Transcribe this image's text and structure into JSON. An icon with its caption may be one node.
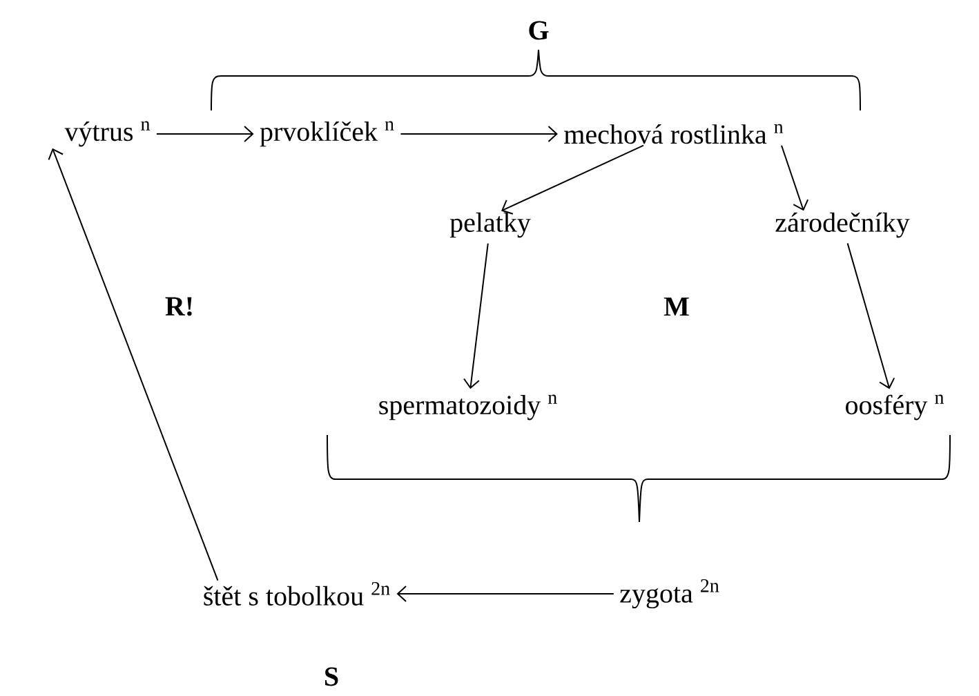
{
  "diagram": {
    "nodes": [
      {
        "text": [
          "výtrus $^{n}$"
        ]
      },
      {
        "text": [
          "prvoklíček $^{n}$"
        ]
      },
      {
        "text": [
          "mechová rostlinka $^{n}$"
        ]
      },
      {
        "text": [
          "pelatky"
        ]
      },
      {
        "text": [
          "zárodečníky"
        ]
      },
      {
        "text": [
          "spermatozoidy $^{n}$"
        ]
      },
      {
        "text": [
          "oosféry $^{n}$"
        ]
      },
      {
        "text": [
          "zygota $^{2n}$"
        ]
      },
      {
        "text": [
          "štět s tobolkou $^{2n}$"
        ]
      }
    ],
    "edges": [
      {
        "from": 0,
        "to": 1,
        "arrow": "to"
      },
      {
        "from": 1,
        "to": 2,
        "arrow": "to"
      },
      {
        "from": 2,
        "to": 3,
        "arrow": "to"
      },
      {
        "from": 2,
        "to": 4,
        "arrow": "to"
      },
      {
        "from": 3,
        "to": 5,
        "arrow": "to"
      },
      {
        "from": 4,
        "to": 6,
        "arrow": "to"
      },
      {
        "from": 7,
        "to": 8,
        "arrow": "to"
      },
      {
        "from": 8,
        "to": 0,
        "arrow": "to"
      }
    ],
    "labels": [
      "G",
      "R!",
      "M",
      "S"
    ]
  }
}
